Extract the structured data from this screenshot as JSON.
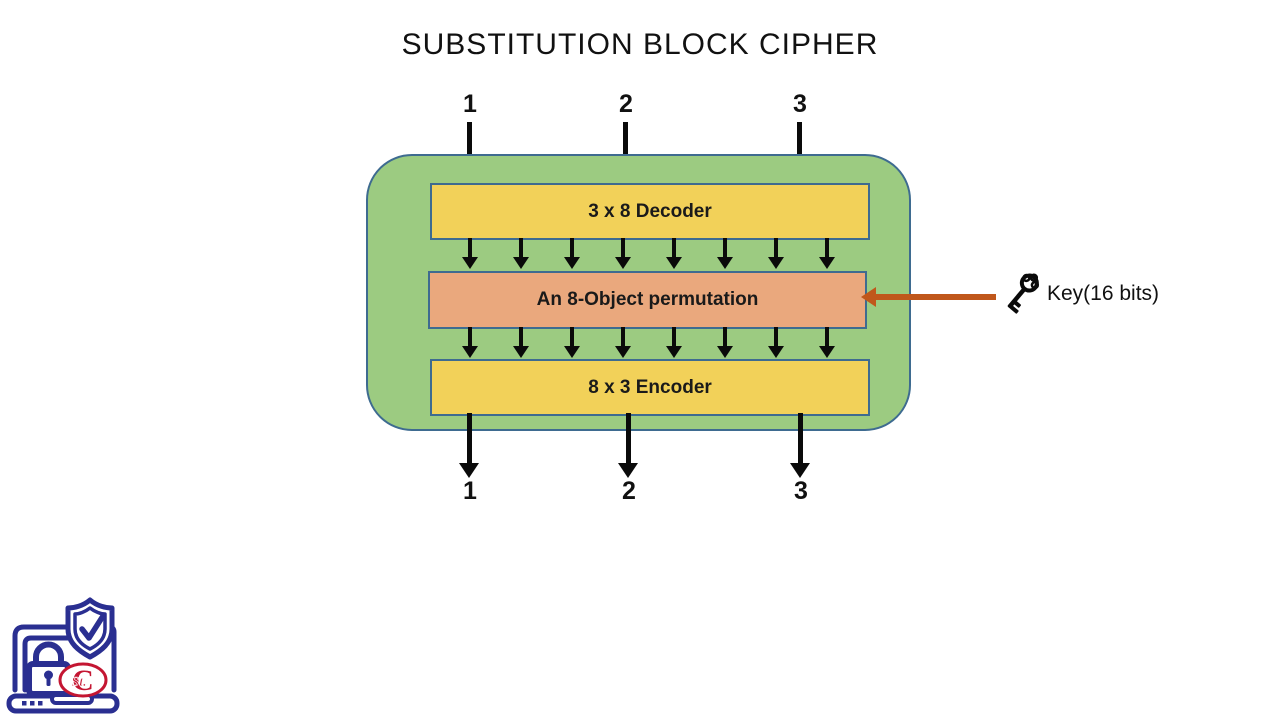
{
  "title": "SUBSTITUTION BLOCK CIPHER",
  "diagram": {
    "inputs": [
      "1",
      "2",
      "3"
    ],
    "outputs": [
      "1",
      "2",
      "3"
    ],
    "decoder_label": "3 x 8 Decoder",
    "permutation_label": "An 8-Object permutation",
    "encoder_label": "8 x 3 Encoder",
    "key_label": "Key(16 bits)",
    "bus_lines": 8
  },
  "icons": {
    "key": "key-icon",
    "logo": "laptop-shield-lock-logo",
    "logo_emblem": "st-cloud-state-emblem"
  },
  "colors": {
    "container-green": "#9ccb81",
    "box-yellow": "#f2d159",
    "box-orange": "#eaa87d",
    "box-border": "#3e6b90",
    "key-arrow": "#c0571b",
    "arrow-black": "#0a0a0a",
    "logo-navy": "#2a2f91",
    "logo-red": "#c41632",
    "title-text": "#111111"
  }
}
